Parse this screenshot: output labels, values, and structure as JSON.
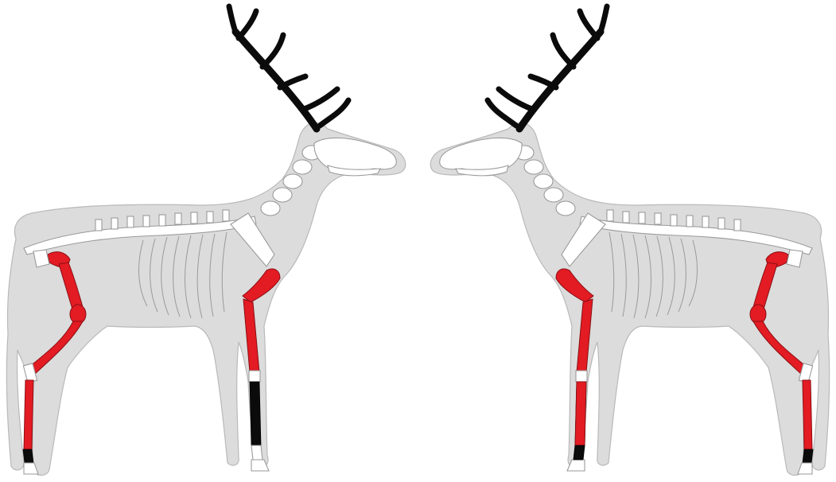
{
  "figure": {
    "subject": "red-deer-skeleton",
    "views": [
      {
        "id": "left-facing-right",
        "side": "left"
      },
      {
        "id": "right-facing-left",
        "side": "right"
      }
    ],
    "colors": {
      "background": "#ffffff",
      "silhouette": "#dcdcdc",
      "bone_default": "#ffffff",
      "bone_present": "#e31b23",
      "bone_black": "#0b0b0b"
    },
    "highlighted": {
      "left_view": {
        "red": [
          "pelvis",
          "femur",
          "tibia",
          "hind-metatarsal",
          "humerus",
          "radius-ulna"
        ],
        "black": [
          "antlers",
          "fore-metacarpal",
          "hind-phalanx"
        ]
      },
      "right_view": {
        "red": [
          "pelvis",
          "femur",
          "tibia",
          "hind-metatarsal",
          "humerus",
          "radius-ulna",
          "fore-metacarpal"
        ],
        "black": [
          "antlers",
          "fore-phalanx",
          "hind-phalanx"
        ]
      }
    }
  }
}
